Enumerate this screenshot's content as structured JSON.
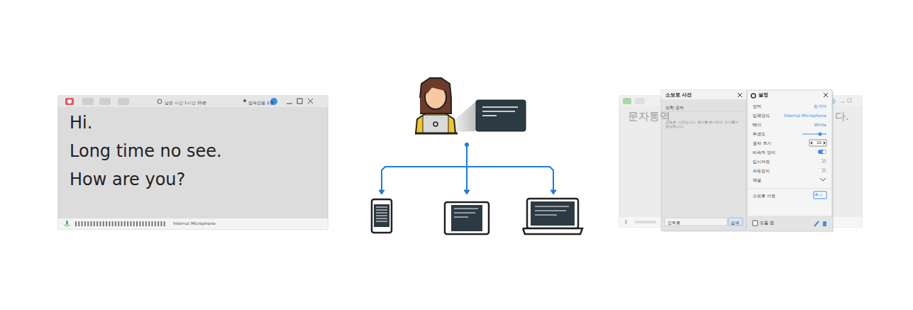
{
  "diagram": {
    "nodes": [
      {
        "text": [
          "남은 시간 1시간 35분",
          "접속인원 1명",
          "Hi.",
          "Long time no see.",
          "How are you?",
          "Internal Microphone"
        ]
      },
      {
        "text": [
          "문자통역",
          "다."
        ]
      },
      {
        "text": [
          "소보로 사전",
          "의학 용어",
          "소보로 사전입니다. 용어를 추가하면 인식률이 향상됩니다.",
          "인트로",
          "검색"
        ]
      },
      {
        "text": [
          "설정",
          "언어",
          "한국어",
          "입력방식",
          "Internal Microphone",
          "테마",
          "White",
          "투명도",
          "글자 크기",
          "20",
          "비속어 방지",
          "임시저장",
          "자동정지",
          "채널",
          "소보로 사전",
          "추가",
          "도움 끔"
        ]
      }
    ]
  }
}
